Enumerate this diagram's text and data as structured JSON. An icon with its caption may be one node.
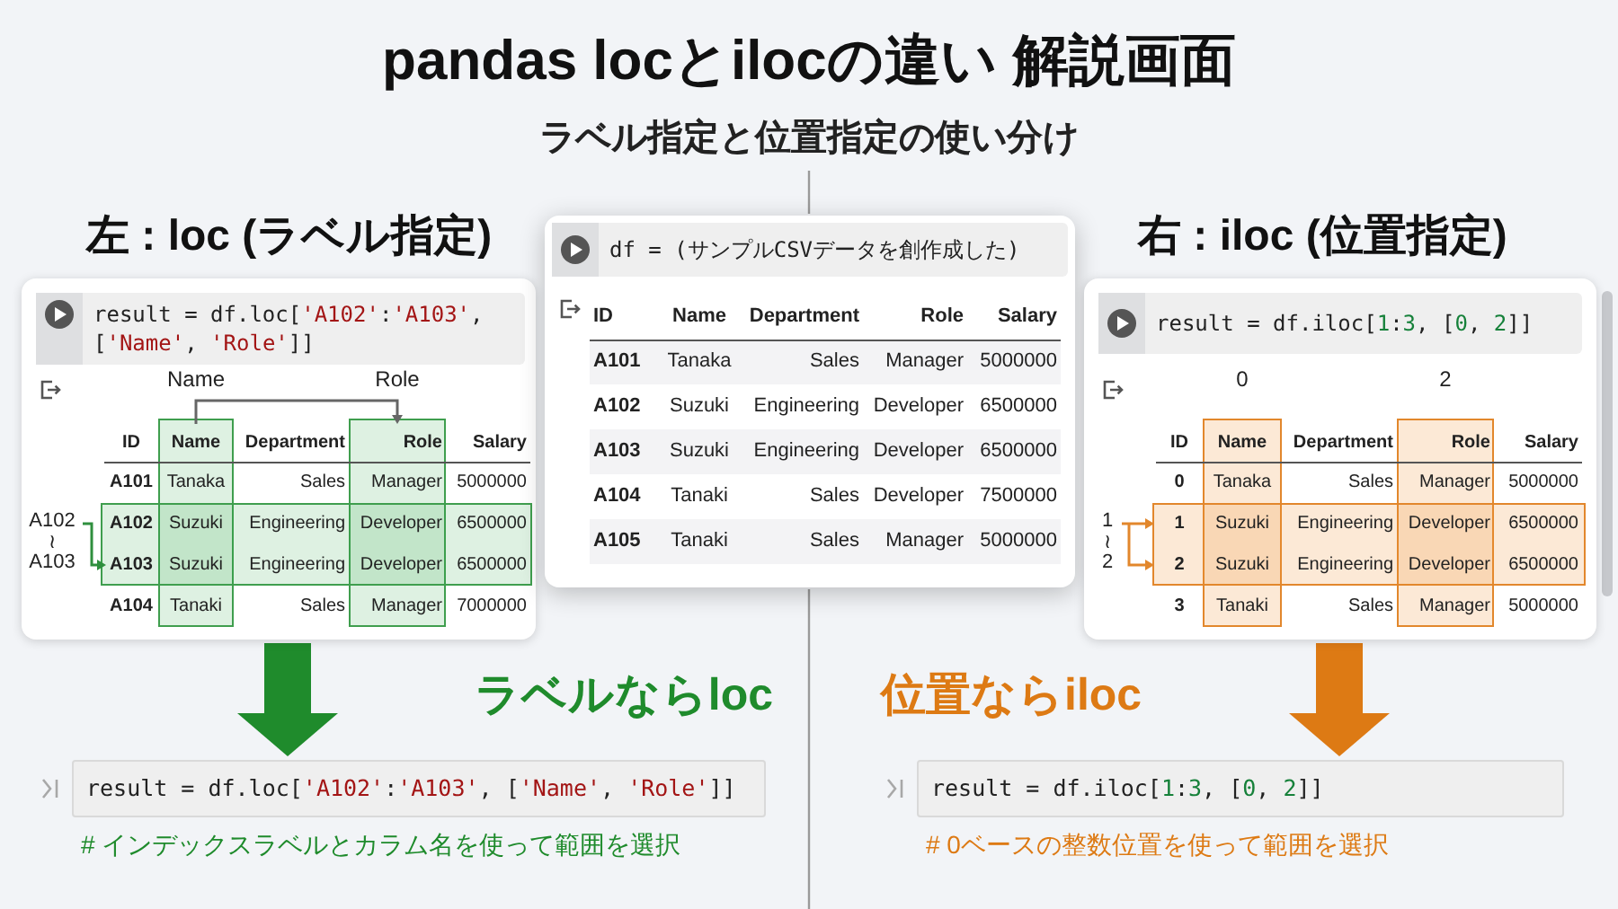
{
  "diagram": {
    "title": "pandas locとilocの違い 解説画面",
    "nodes": [
      {
        "text": [
          "左 : loc (ラベル指定)"
        ]
      },
      {
        "text": [
          "result = df.loc['A102':'A103', ['Name', 'Role']]"
        ],
        "in": 0
      },
      {
        "text": [],
        "shape": "box"
      },
      {
        "text": [
          "df = (サンプルCSVデータを創作成した)"
        ],
        "in": 2
      },
      {
        "text": [
          "右 : iloc (位置指定)"
        ]
      },
      {
        "text": [
          "result = df.iloc[1:3, [0, 2]]"
        ],
        "in": 4
      },
      {
        "text": [
          "result = df.loc['A102':'A103', ['Name', 'Role']]"
        ],
        "beside": [
          "# インデックスラベルとカラム名を使って範囲を選択"
        ]
      },
      {
        "text": [
          "result = df.iloc[1:3, [0, 2]]"
        ],
        "beside": [
          "# 0ベースの整数位置を使って範囲を選択"
        ]
      }
    ],
    "edges": [
      {
        "from": 0,
        "to": 6,
        "arrow": "to",
        "color": "#1f8b2c"
      },
      {
        "from": 4,
        "to": 7,
        "arrow": "to",
        "color": "#dd7a14"
      }
    ],
    "labels": [
      "ラベル指定と位置指定の使い分け",
      "Name",
      "Role",
      "A102 ≀ A103",
      "ID",
      "Name",
      "Department",
      "Role",
      "Salary",
      "A101",
      "Tanaka",
      "Sales",
      "Manager",
      "5000000",
      "A102",
      "Suzuki",
      "Engineering",
      "Developer",
      "6500000",
      "A103",
      "Suzuki",
      "Engineering",
      "Developer",
      "6500000",
      "A104",
      "Tanaki",
      "Sales",
      "Manager",
      "7000000",
      "ID",
      "Name",
      "Department",
      "Role",
      "Salary",
      "A101",
      "Tanaka",
      "Sales",
      "Manager",
      "5000000",
      "A102",
      "Suzuki",
      "Engineering",
      "Developer",
      "6500000",
      "A103",
      "Suzuki",
      "Engineering",
      "Developer",
      "6500000",
      "A104",
      "Tanaki",
      "Sales",
      "Developer",
      "7500000",
      "A105",
      "Tanaki",
      "Sales",
      "Manager",
      "5000000",
      "0",
      "2",
      "1 ≀ 2",
      "ID",
      "Name",
      "Department",
      "Role",
      "Salary",
      "0",
      "Tanaka",
      "Sales",
      "Manager",
      "5000000",
      "1",
      "Suzuki",
      "Engineering",
      "Developer",
      "6500000",
      "2",
      "Suzuki",
      "Engineering",
      "Developer",
      "6500000",
      "3",
      "Tanaki",
      "Sales",
      "Manager",
      "5000000",
      "ラベルならloc",
      "位置ならiloc"
    ]
  }
}
